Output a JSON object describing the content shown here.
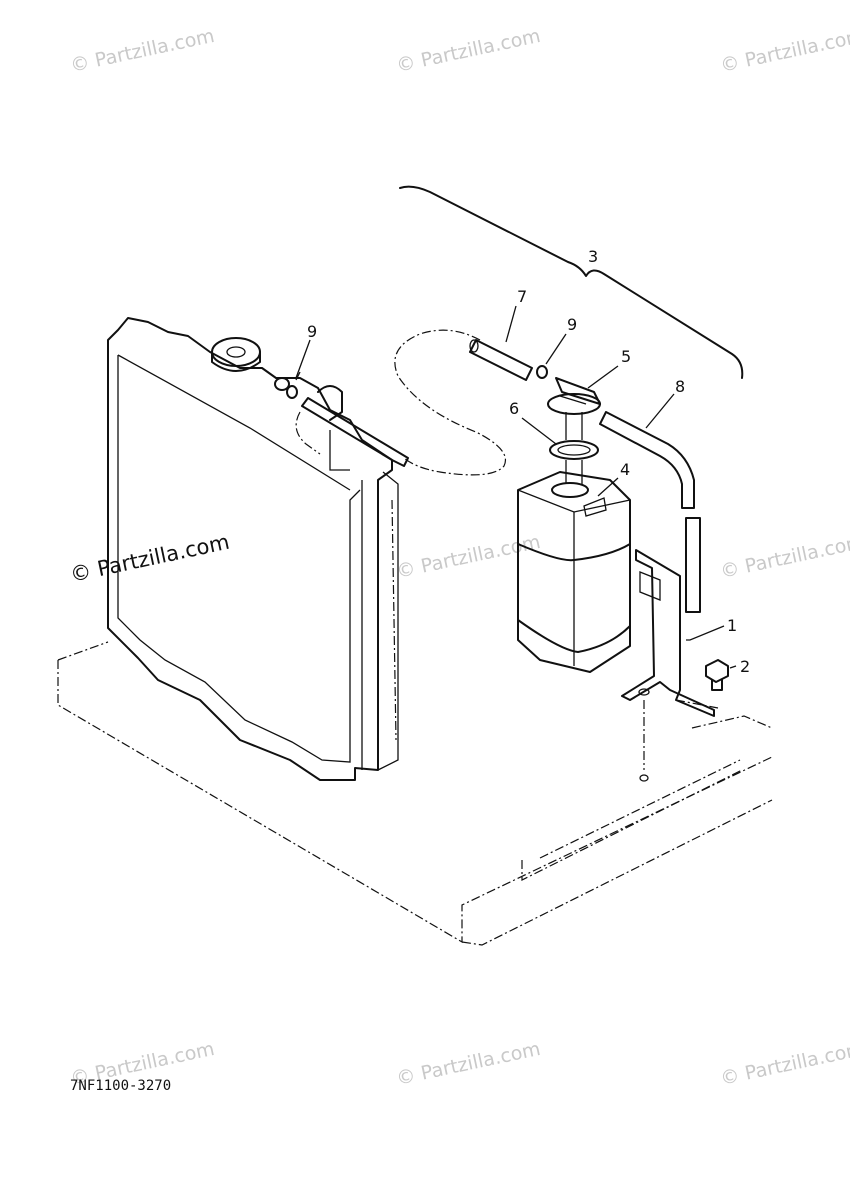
{
  "watermarks": [
    "© Partzilla.com",
    "© Partzilla.com",
    "© Partzilla.com",
    "© Partzilla.com",
    "© Partzilla.com",
    "© Partzilla.com",
    "© Partzilla.com",
    "© Partzilla.com",
    "© Partzilla.com"
  ],
  "callouts": {
    "bracket": "3",
    "hose_overflow": "7",
    "clip_left": "9",
    "clip_right": "9",
    "tank_cap": "5",
    "gasket": "6",
    "hose_breather": "8",
    "reservoir_tank": "4",
    "bracket_stay": "1",
    "bolt": "2"
  },
  "drawing_code": "7NF1100-3270"
}
